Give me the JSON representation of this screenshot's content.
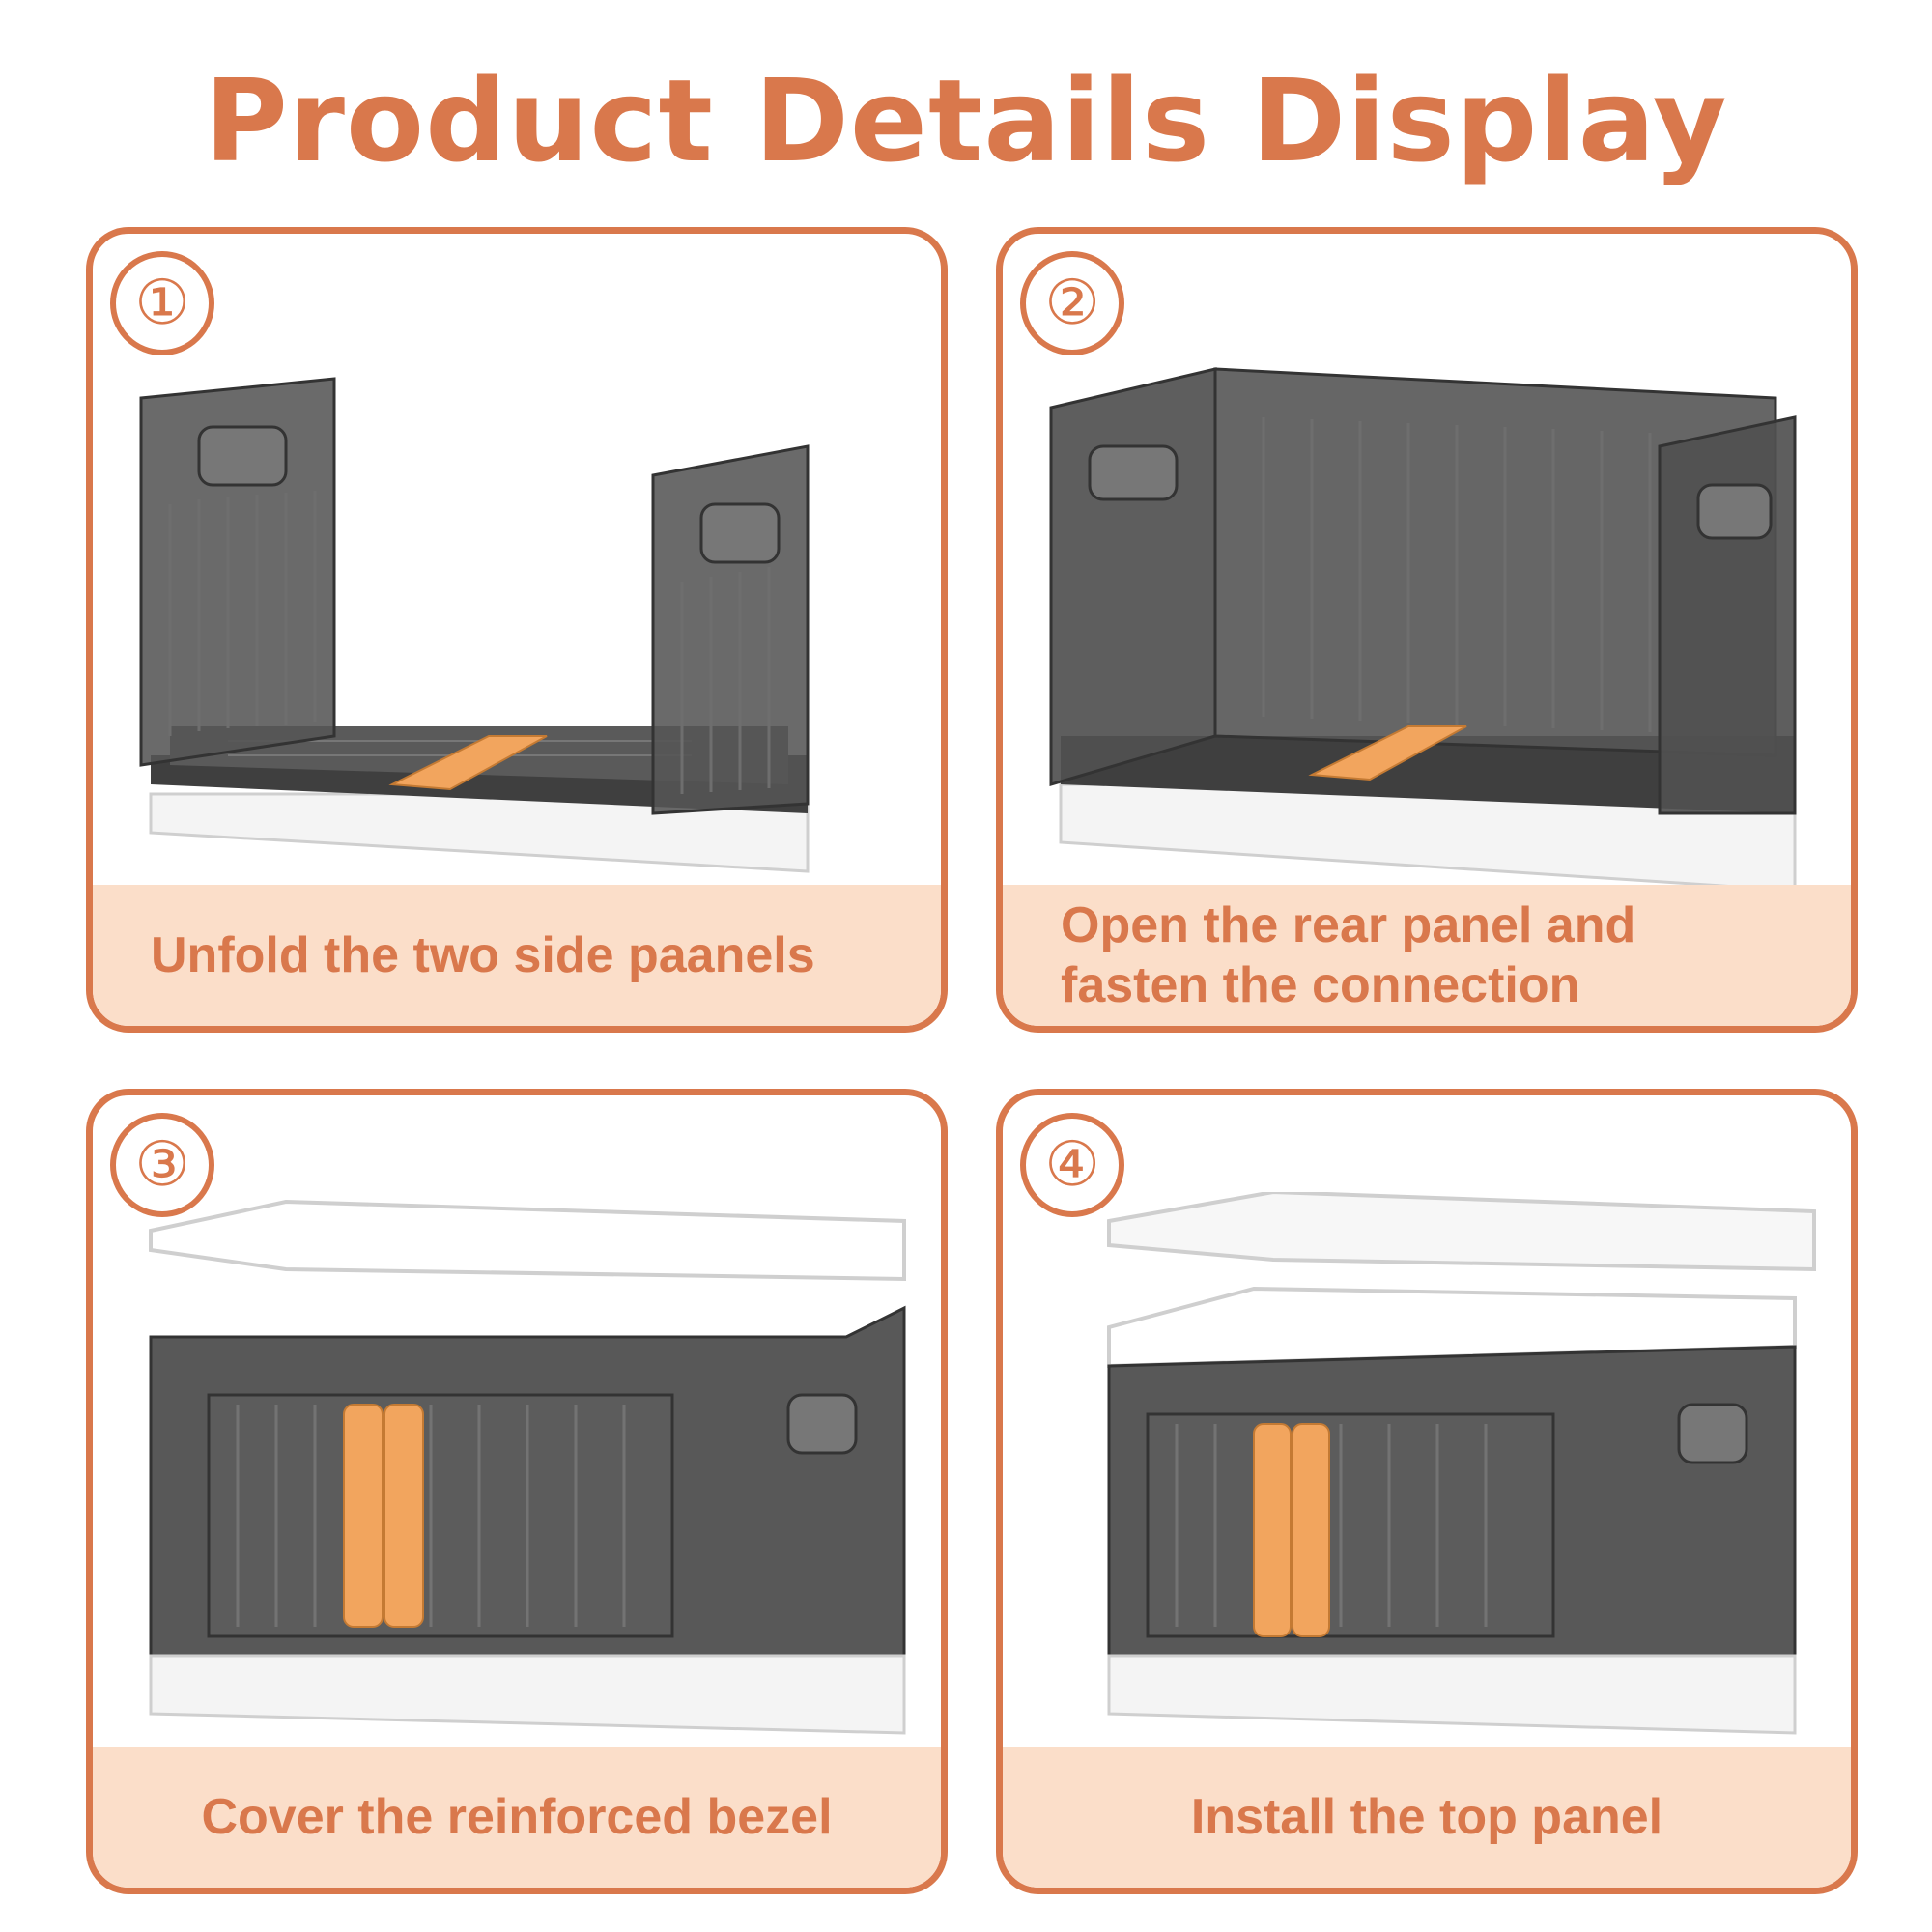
{
  "title": "Product Details Display",
  "steps": [
    {
      "number": "①",
      "caption": "Unfold the two side paanels"
    },
    {
      "number": "②",
      "caption": "Open the rear panel and fasten the connection"
    },
    {
      "number": "③",
      "caption": "Cover the reinforced bezel"
    },
    {
      "number": "④",
      "caption": "Install the top panel"
    }
  ],
  "colors": {
    "accent": "#D9784C",
    "caption_bg": "#FBDEC9",
    "box_dark": "#4A4A4A",
    "latch": "#F2A55E"
  }
}
